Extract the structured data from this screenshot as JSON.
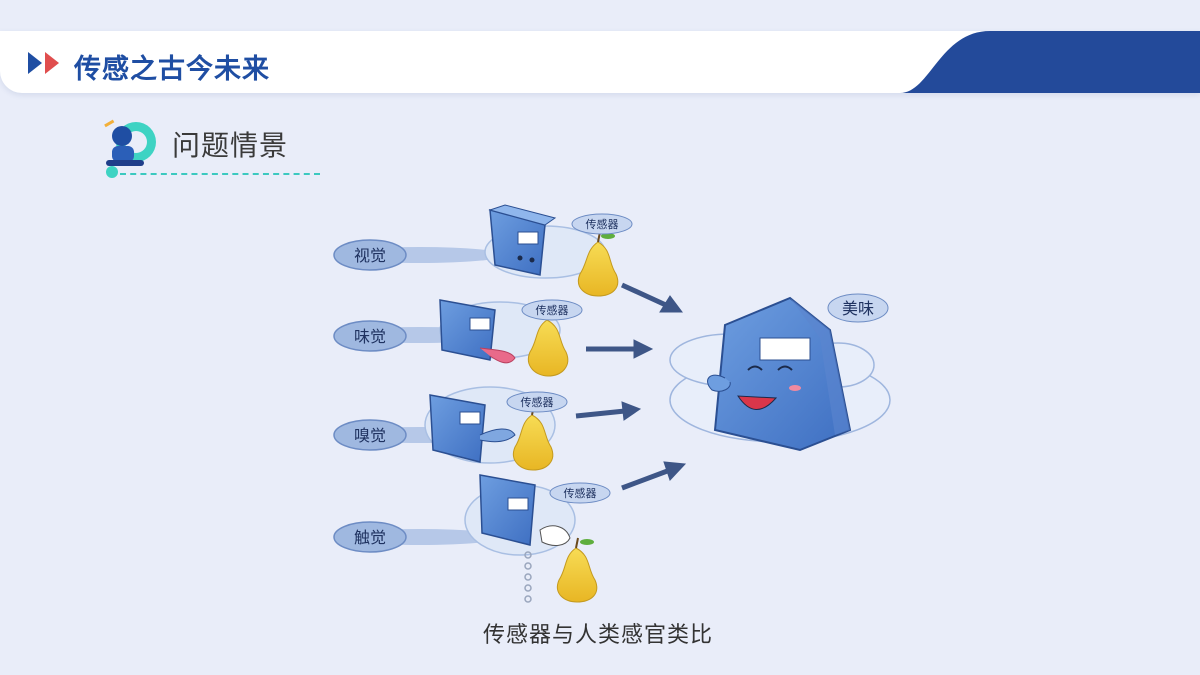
{
  "header": {
    "title": "传感之古今未来",
    "accent_color": "#234a9a",
    "icon_colors": [
      "#1f4ea3",
      "#e04e4e"
    ]
  },
  "section": {
    "title": "问题情景",
    "mascot_icon": "robot-mascot-icon",
    "line_color": "#3cc9c0"
  },
  "illustration": {
    "senses": [
      {
        "label": "视觉",
        "sensor_label": "传感器"
      },
      {
        "label": "味觉",
        "sensor_label": "传感器"
      },
      {
        "label": "嗅觉",
        "sensor_label": "传感器"
      },
      {
        "label": "触觉",
        "sensor_label": "传感器"
      }
    ],
    "result_label": "美味"
  },
  "caption": "传感器与人类感官类比"
}
